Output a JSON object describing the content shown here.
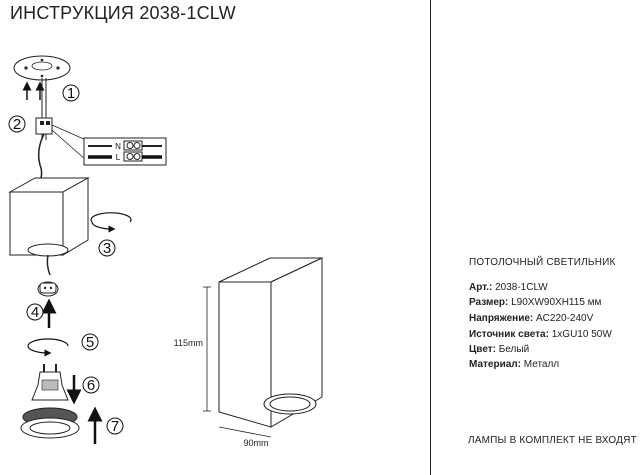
{
  "title": "ИНСТРУКЦИЯ 2038-1CLW",
  "steps": [
    "1",
    "2",
    "3",
    "4",
    "5",
    "6",
    "7"
  ],
  "wiring": {
    "n_label": "N",
    "l_label": "L"
  },
  "dimensions": {
    "height": "115mm",
    "width": "90mm"
  },
  "product": {
    "heading": "ПОТОЛОЧНЫЙ СВЕТИЛЬНИК",
    "specs": [
      {
        "label": "Арт.:",
        "value": "2038-1CLW"
      },
      {
        "label": "Размер:",
        "value": "L90XW90XH115 мм"
      },
      {
        "label": "Напряжение:",
        "value": "AC220-240V"
      },
      {
        "label": "Источник света:",
        "value": "1xGU10 50W"
      },
      {
        "label": "Цвет:",
        "value": "Белый"
      },
      {
        "label": "Материал:",
        "value": "Металл"
      }
    ],
    "note": "ЛАМПЫ В КОМПЛЕКТ НЕ ВХОДЯТ"
  }
}
